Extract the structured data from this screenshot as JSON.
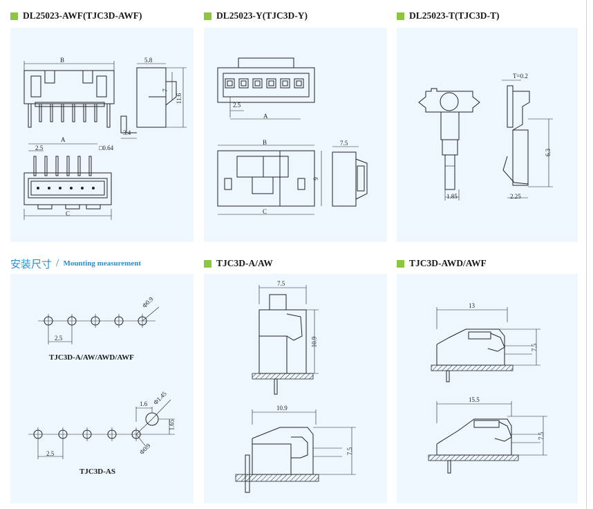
{
  "sections": {
    "awf": {
      "title": "DL25023-AWF(TJC3D-AWF)"
    },
    "y": {
      "title": "DL25023-Y(TJC3D-Y)"
    },
    "t": {
      "title": "DL25023-T(TJC3D-T)"
    },
    "mount": {
      "title_cn": "安装尺寸",
      "separator": "/",
      "title_en": "Mounting measurement"
    },
    "aaw": {
      "title": "TJC3D-A/AW"
    },
    "awdawf": {
      "title": "TJC3D-AWD/AWF"
    }
  },
  "dims": {
    "awf": {
      "b": "B",
      "w58": "5.8",
      "h7": "7",
      "h116": "11.6",
      "w34": "3.4",
      "a": "A",
      "p25": "2.5",
      "sq064": "□0.64",
      "c": "C"
    },
    "y": {
      "p25": "2.5",
      "a": "A",
      "b": "B",
      "w75": "7.5",
      "h9": "9",
      "c": "C"
    },
    "t": {
      "thick": "T=0.2",
      "h63": "6.3",
      "w185": "1.85",
      "w225": "2.25"
    },
    "mount": {
      "d09a": "Φ0.9",
      "p25a": "2.5",
      "label_a": "TJC3D-A/AW/AWD/AWF",
      "w16": "1.6",
      "d145": "Φ1.45",
      "h165": "1.65",
      "d09b": "Φ0.9",
      "p25b": "2.5",
      "label_as": "TJC3D-AS"
    },
    "aaw": {
      "w75": "7.5",
      "h109": "10.9",
      "w109": "10.9",
      "h75": "7.5"
    },
    "awdawf": {
      "w13": "13",
      "h75a": "7.5",
      "w155": "15.5",
      "h75b": "7.5"
    }
  },
  "colors": {
    "accent_square": "#8cc63f",
    "mount_heading": "#2a8fd0",
    "panel_bg": "#eef7fd"
  },
  "icons": [
    "square-bullet-icon"
  ]
}
